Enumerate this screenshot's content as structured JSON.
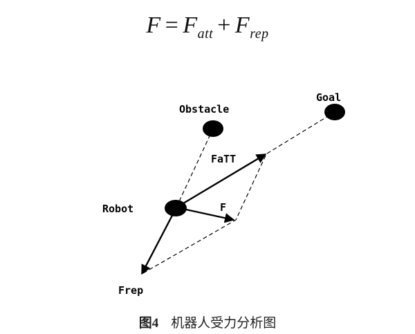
{
  "formula": {
    "lhs": "F",
    "eq": "=",
    "t1": "F",
    "s1": "att",
    "plus": "+",
    "t2": "F",
    "s2": "rep"
  },
  "labels": {
    "goal": "Goal",
    "obstacle": "Obstacle",
    "fatt": "FaTT",
    "robot": "Robot",
    "f": "F",
    "frep": "Frep"
  },
  "caption": {
    "number": "图4",
    "text": "机器人受力分析图"
  }
}
